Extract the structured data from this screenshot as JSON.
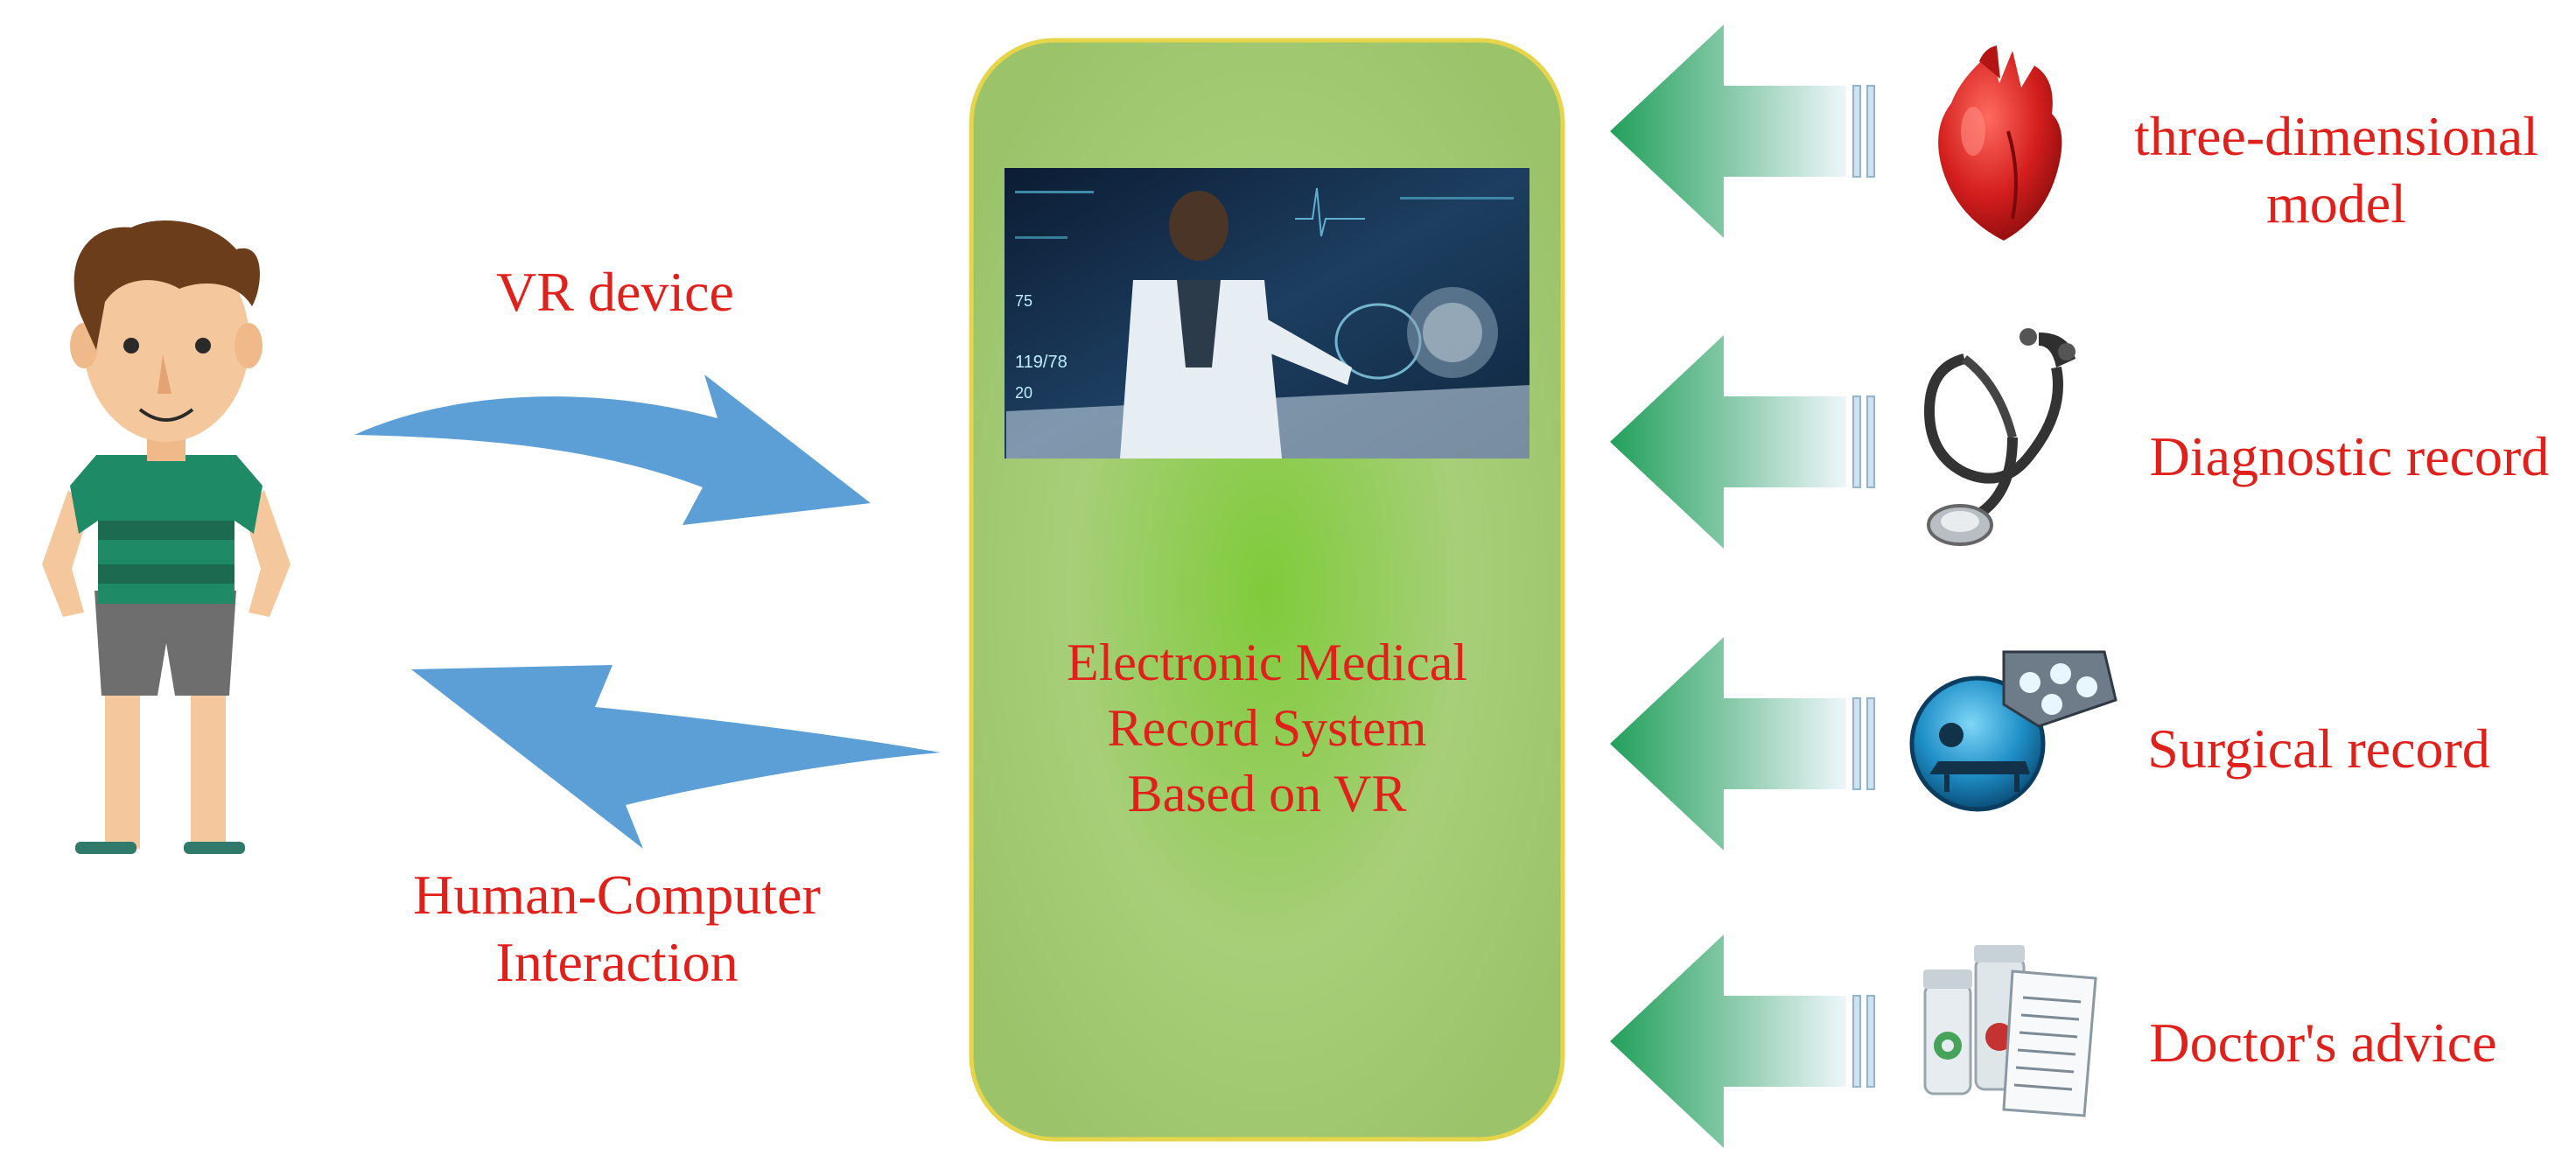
{
  "colors": {
    "label_red": "#e0201b",
    "panel_green": "#9cc56a",
    "panel_border": "#e6d54a",
    "flow_blue": "#5b9fd6",
    "input_arrow_green": "#3aa56a"
  },
  "left_flow": {
    "top_label": "VR device",
    "bottom_label_line1": "Human-Computer",
    "bottom_label_line2": "Interaction"
  },
  "center_panel": {
    "title_line1": "Electronic Medical",
    "title_line2": "Record System",
    "title_line3": "Based on VR",
    "screen_readout_1": "119/78",
    "screen_readout_2": "75",
    "screen_readout_3": "20"
  },
  "inputs": [
    {
      "label_line1": "three-dimensional",
      "label_line2": "model",
      "icon": "heart-icon"
    },
    {
      "label_line1": "Diagnostic record",
      "label_line2": "",
      "icon": "stethoscope-icon"
    },
    {
      "label_line1": "Surgical record",
      "label_line2": "",
      "icon": "surgical-lamp-icon"
    },
    {
      "label_line1": "Doctor's advice",
      "label_line2": "",
      "icon": "medicine-prescription-icon"
    }
  ]
}
